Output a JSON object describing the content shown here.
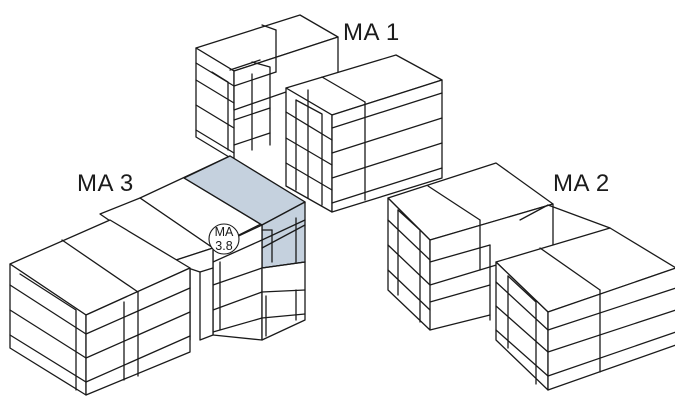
{
  "labels": {
    "ma1": "MA 1",
    "ma2": "MA 2",
    "ma3": "MA 3"
  },
  "badge": {
    "line1": "MA",
    "line2": "3.8"
  },
  "colors": {
    "highlight": "#c5d1de",
    "stroke": "#1a1a1a",
    "background": "#ffffff"
  }
}
